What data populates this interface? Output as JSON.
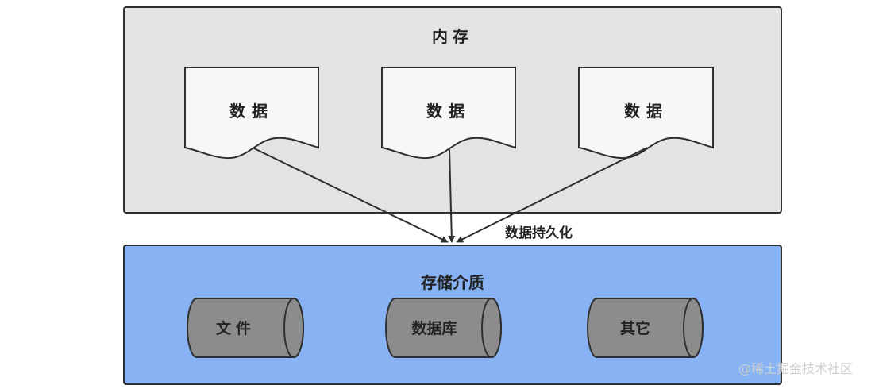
{
  "memory": {
    "title": "内存"
  },
  "documents": [
    {
      "label": "数据"
    },
    {
      "label": "数据"
    },
    {
      "label": "数据"
    }
  ],
  "arrow_label": "数据持久化",
  "storage": {
    "title": "存储介质",
    "items": [
      {
        "label": "文件"
      },
      {
        "label": "数据库"
      },
      {
        "label": "其它"
      }
    ]
  },
  "watermark": "@稀土掘金技术社区",
  "colors": {
    "memory_fill": "#e3e3e3",
    "document_fill": "#f7f7f7",
    "storage_fill": "#87b2f4",
    "cylinder_fill": "#8c8c8c",
    "stroke": "#2f2f2f"
  }
}
